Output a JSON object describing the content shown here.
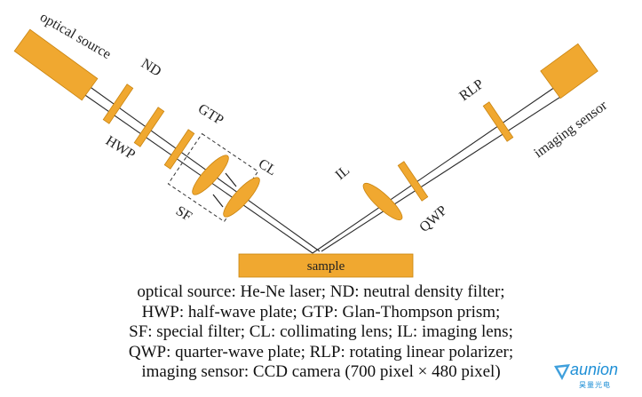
{
  "labels": {
    "optical_source": "optical source",
    "nd": "ND",
    "hwp": "HWP",
    "gtp": "GTP",
    "cl": "CL",
    "sf": "SF",
    "il": "IL",
    "qwp": "QWP",
    "rlp": "RLP",
    "imaging_sensor": "imaging sensor",
    "sample": "sample"
  },
  "caption": [
    "optical source: He-Ne laser; ND: neutral density filter;",
    "HWP: half-wave plate; GTP: Glan-Thompson prism;",
    "SF: special filter; CL: collimating lens; IL: imaging lens;",
    "QWP: quarter-wave plate; RLP: rotating linear polarizer;",
    "imaging sensor: CCD camera (700 pixel × 480 pixel)"
  ],
  "watermark": {
    "brand": "aunion",
    "sub": "昊量光电"
  },
  "colors": {
    "optic": "#f0a830",
    "beam": "#2a2a2a",
    "logo": "#1e8fd6"
  }
}
